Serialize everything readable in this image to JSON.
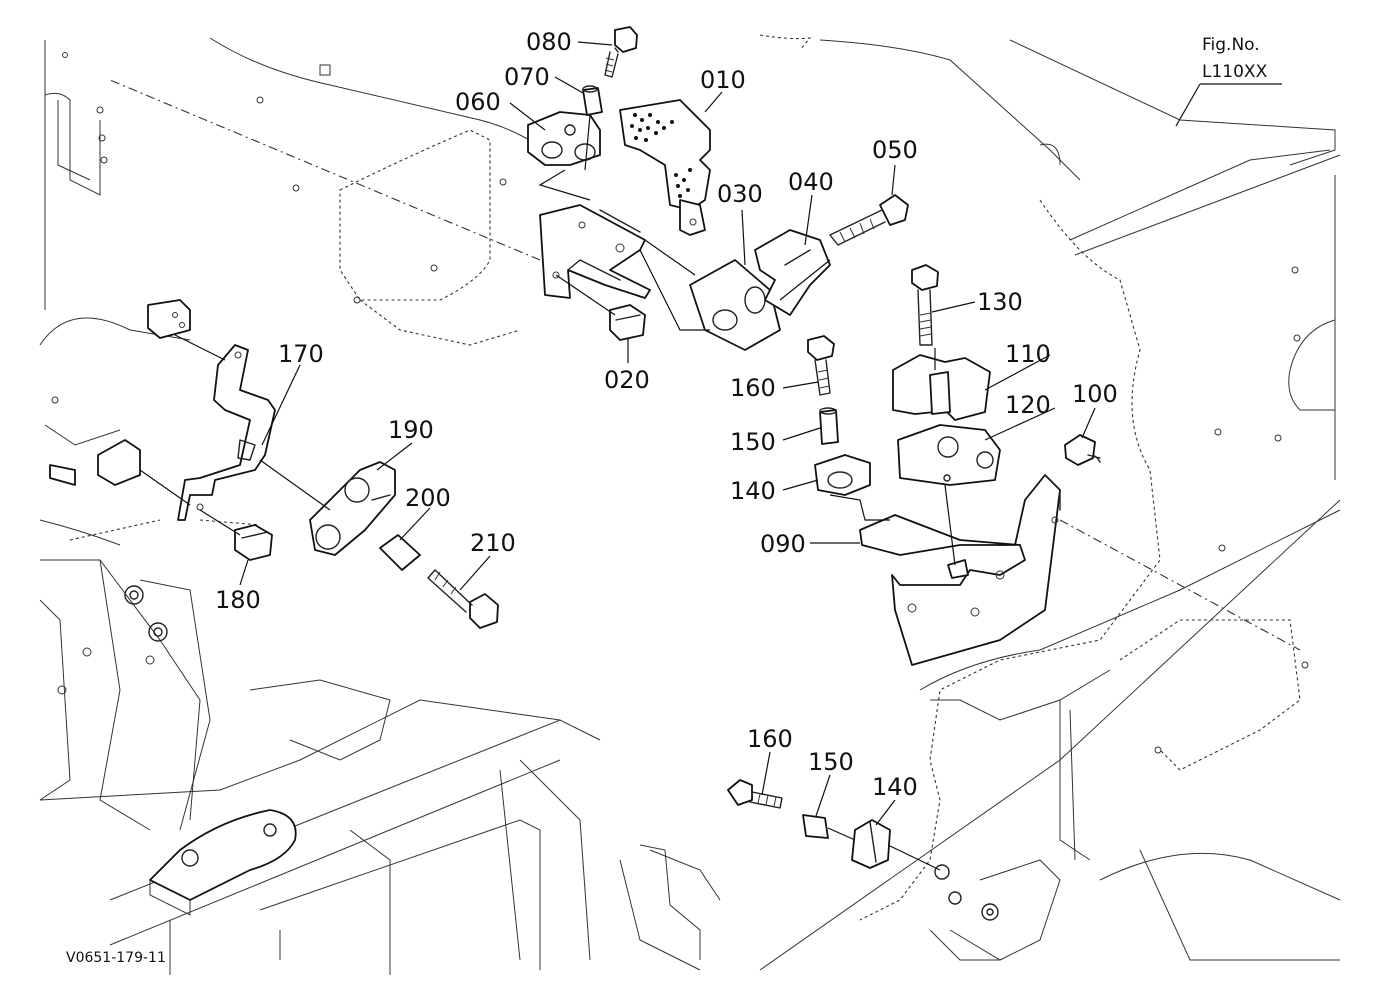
{
  "figure": {
    "fig_label": "Fig.No.",
    "fig_number": "L110XX",
    "drawing_code": "V0651-179-11"
  },
  "parts": [
    {
      "id": "p080",
      "label": "080"
    },
    {
      "id": "p070",
      "label": "070"
    },
    {
      "id": "p060",
      "label": "060"
    },
    {
      "id": "p010",
      "label": "010"
    },
    {
      "id": "p050",
      "label": "050"
    },
    {
      "id": "p030",
      "label": "030"
    },
    {
      "id": "p040",
      "label": "040"
    },
    {
      "id": "p020",
      "label": "020"
    },
    {
      "id": "p130",
      "label": "130"
    },
    {
      "id": "p170",
      "label": "170"
    },
    {
      "id": "p110",
      "label": "110"
    },
    {
      "id": "p160a",
      "label": "160"
    },
    {
      "id": "p100",
      "label": "100"
    },
    {
      "id": "p120",
      "label": "120"
    },
    {
      "id": "p190",
      "label": "190"
    },
    {
      "id": "p150a",
      "label": "150"
    },
    {
      "id": "p200",
      "label": "200"
    },
    {
      "id": "p140a",
      "label": "140"
    },
    {
      "id": "p210",
      "label": "210"
    },
    {
      "id": "p090",
      "label": "090"
    },
    {
      "id": "p180",
      "label": "180"
    },
    {
      "id": "p160b",
      "label": "160"
    },
    {
      "id": "p150b",
      "label": "150"
    },
    {
      "id": "p140b",
      "label": "140"
    }
  ]
}
